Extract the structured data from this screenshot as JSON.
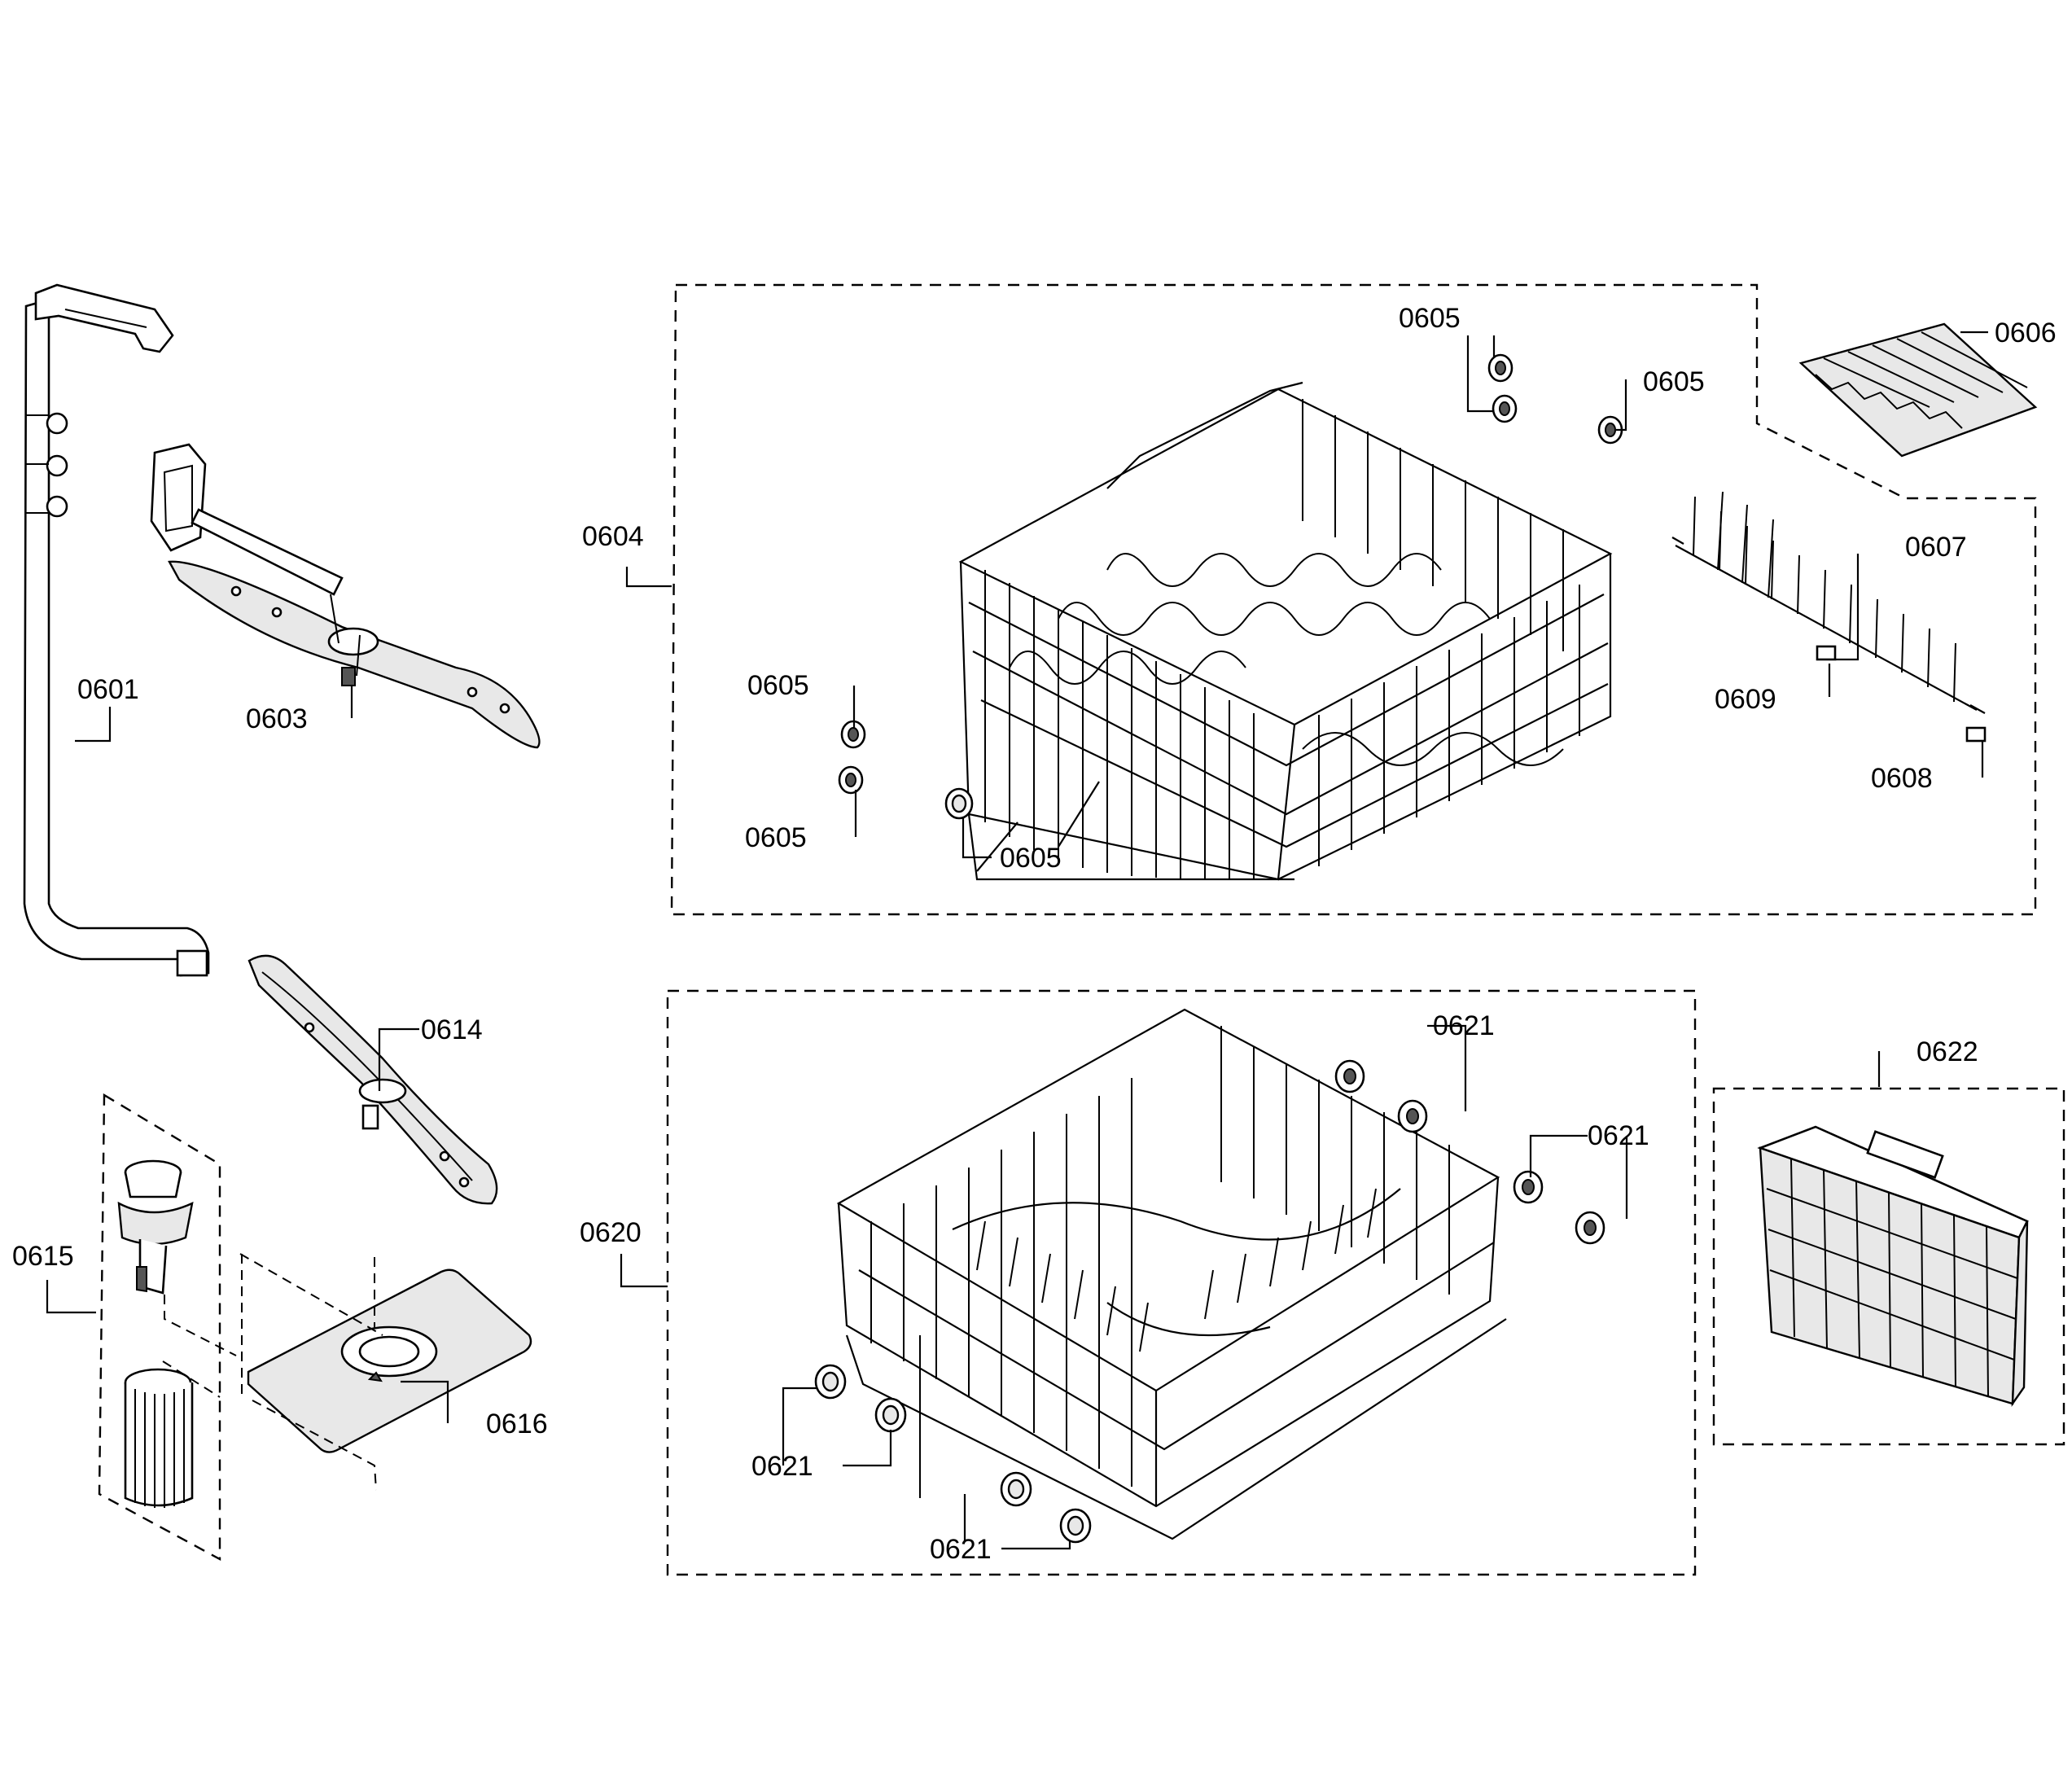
{
  "diagram": {
    "labels": {
      "p0601": "0601",
      "p0603": "0603",
      "p0604": "0604",
      "p0605": "0605",
      "p0606": "0606",
      "p0607": "0607",
      "p0608": "0608",
      "p0609": "0609",
      "p0614": "0614",
      "p0615": "0615",
      "p0616": "0616",
      "p0620": "0620",
      "p0621": "0621",
      "p0622": "0622"
    }
  }
}
